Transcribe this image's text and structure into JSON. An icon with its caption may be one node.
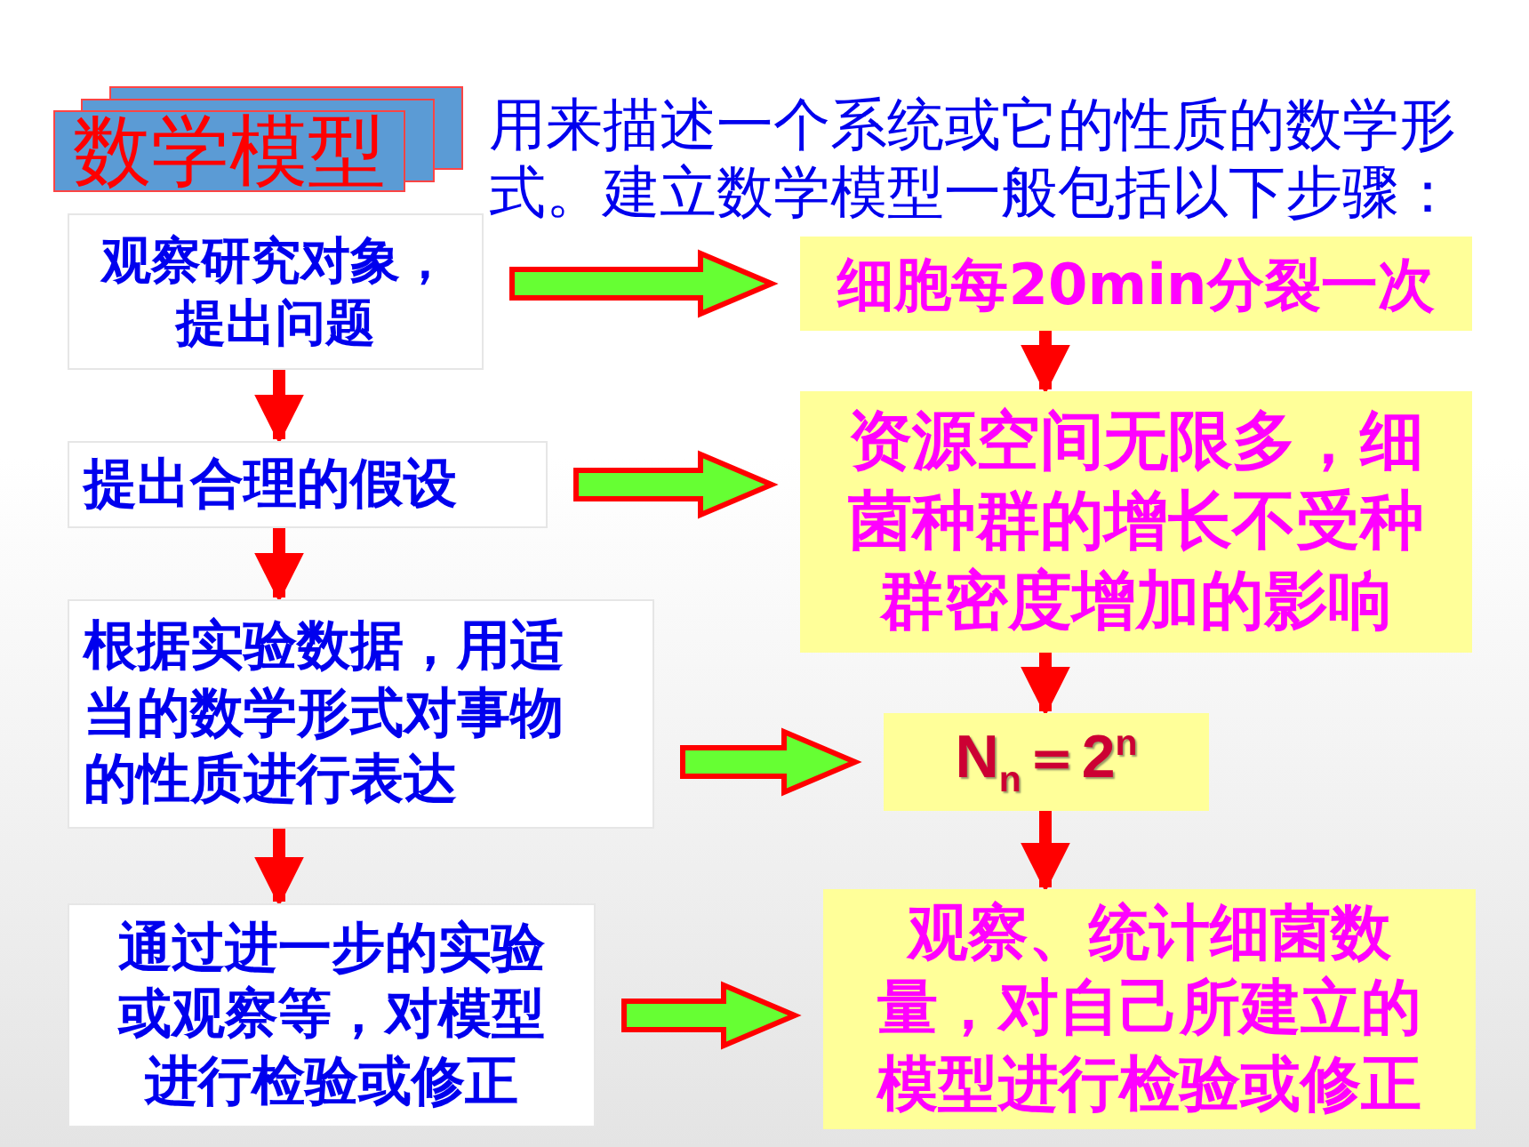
{
  "diagram": {
    "nodes": [
      {
        "text": [
          "数学模型"
        ]
      },
      {
        "text": [
          "观察研究对象，提出问题"
        ]
      },
      {
        "text": [
          "提出合理的假设"
        ]
      },
      {
        "text": [
          "根据实验数据，用适当的数学形式对事物的性质进行表达"
        ]
      },
      {
        "text": [
          "通过进一步的实验或观察等，对模型进行检验或修正"
        ]
      },
      {
        "text": [
          "细胞每20min分裂一次"
        ]
      },
      {
        "text": [
          "资源空间无限多，细菌种群的增长不受种群密度增加的影响"
        ]
      },
      {
        "text": [
          "N$_{n}$＝2$^{n}$"
        ]
      },
      {
        "text": [
          "观察、统计细菌数量，对自己所建立的模型进行检验或修正"
        ]
      }
    ],
    "edges": [
      {
        "from": 1,
        "to": 2,
        "arrow": "to"
      },
      {
        "from": 2,
        "to": 3,
        "arrow": "to"
      },
      {
        "from": 3,
        "to": 4,
        "arrow": "to"
      },
      {
        "from": 5,
        "to": 6,
        "arrow": "to"
      },
      {
        "from": 6,
        "to": 7,
        "arrow": "to"
      },
      {
        "from": 7,
        "to": 8,
        "arrow": "to"
      },
      {
        "from": 1,
        "to": 5,
        "arrow": "to",
        "style": "thick",
        "color": "#66ff33"
      },
      {
        "from": 2,
        "to": 6,
        "arrow": "to",
        "style": "thick",
        "color": "#66ff33"
      },
      {
        "from": 3,
        "to": 7,
        "arrow": "to",
        "style": "thick",
        "color": "#66ff33"
      },
      {
        "from": 4,
        "to": 8,
        "arrow": "to",
        "style": "thick",
        "color": "#66ff33"
      }
    ],
    "labels": [
      "用来描述一个系统或它的性质的数学形式。建立数学模型一般包括以下步骤："
    ]
  }
}
